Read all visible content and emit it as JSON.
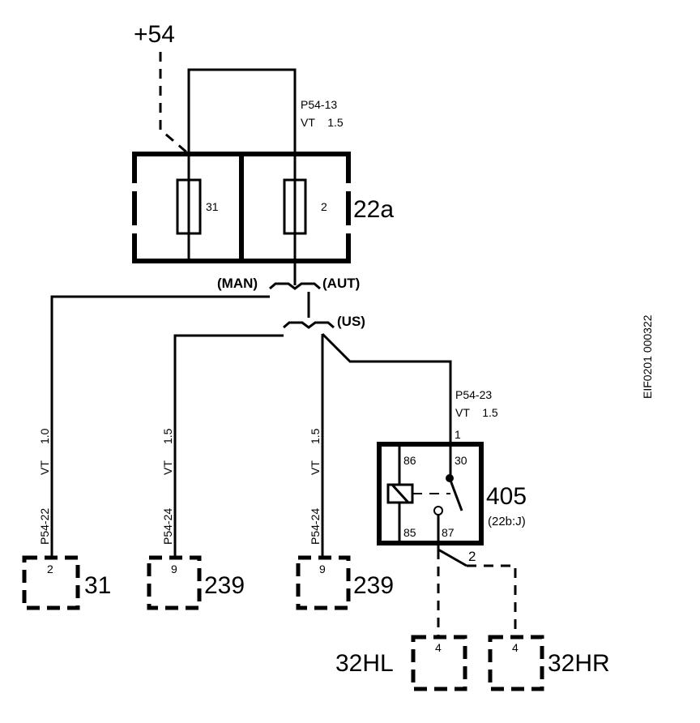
{
  "supply": {
    "label": "+54"
  },
  "fuse_box": {
    "label": "22a",
    "fuses": [
      {
        "number": "31"
      },
      {
        "number": "2"
      }
    ]
  },
  "wires": {
    "top": {
      "code": "P54-13",
      "spec": "VT    1.5"
    },
    "relay_feed": {
      "code": "P54-23",
      "spec": "VT    1.5"
    },
    "left": {
      "code": "P54-22",
      "color": "VT",
      "size": "1.0"
    },
    "mid": {
      "code": "P54-24",
      "color": "VT",
      "size": "1.5"
    },
    "right": {
      "code": "P54-24",
      "color": "VT",
      "size": "1.5"
    }
  },
  "variants": {
    "man": "(MAN)",
    "aut": "(AUT)",
    "us": "(US)"
  },
  "relay": {
    "label": "405",
    "sublabel": "(22b:J)",
    "input_pin": "1",
    "pins": {
      "p86": "86",
      "p30": "30",
      "p85": "85",
      "p87": "87"
    },
    "output_pin": "2"
  },
  "connectors": [
    {
      "pin": "2",
      "label": "31"
    },
    {
      "pin": "9",
      "label": "239"
    },
    {
      "pin": "9",
      "label": "239"
    },
    {
      "pin": "4",
      "label": "32HL"
    },
    {
      "pin": "4",
      "label": "32HR"
    }
  ],
  "doc_id": "EIF0201 000322"
}
